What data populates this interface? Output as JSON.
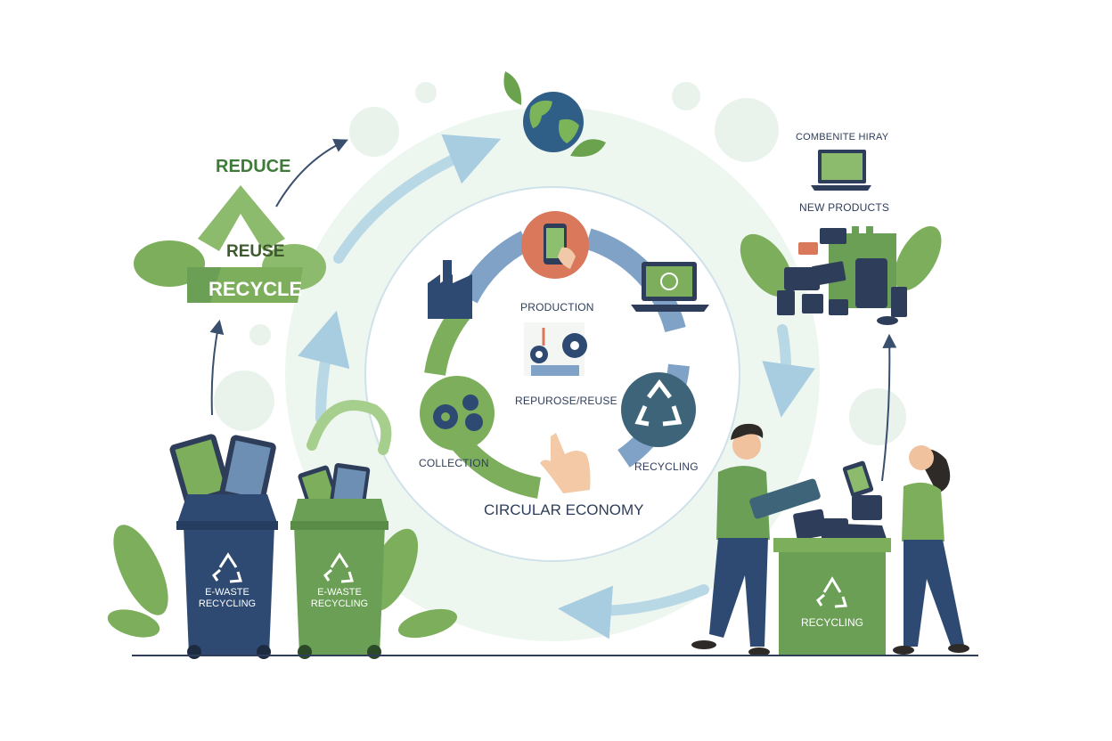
{
  "title": "CIRCULAR ECONOMY",
  "hierarchy": {
    "reduce": "REDUCE",
    "reuse": "REUSE",
    "recycle": "RECYCLE"
  },
  "cycle_steps": {
    "production": "PRODUCTION",
    "repurpose": "REPUROSE/REUSE",
    "collection": "COLLECTION",
    "recycling": "RECYCLING"
  },
  "right_panel": {
    "heading": "COMBENITE HIRAY",
    "new_products": "NEW PRODUCTS"
  },
  "bins": {
    "blue": {
      "line1": "E-WASTE",
      "line2": "RECYCLING"
    },
    "green": {
      "line1": "E-WASTE",
      "line2": "RECYCLING"
    },
    "right": "RECYCLING"
  },
  "colors": {
    "green": "#6a9f55",
    "light_green": "#8dbb6e",
    "navy": "#2e4a72",
    "blue": "#7fa2c6",
    "orange": "#d9785a",
    "bg_circle": "#e8f2ea",
    "teal": "#3d6478"
  },
  "icons": [
    "globe-icon",
    "factory-icon",
    "phone-icon",
    "laptop-icon",
    "gear-icon",
    "recycle-icon",
    "hand-icon",
    "keyboard-icon"
  ]
}
